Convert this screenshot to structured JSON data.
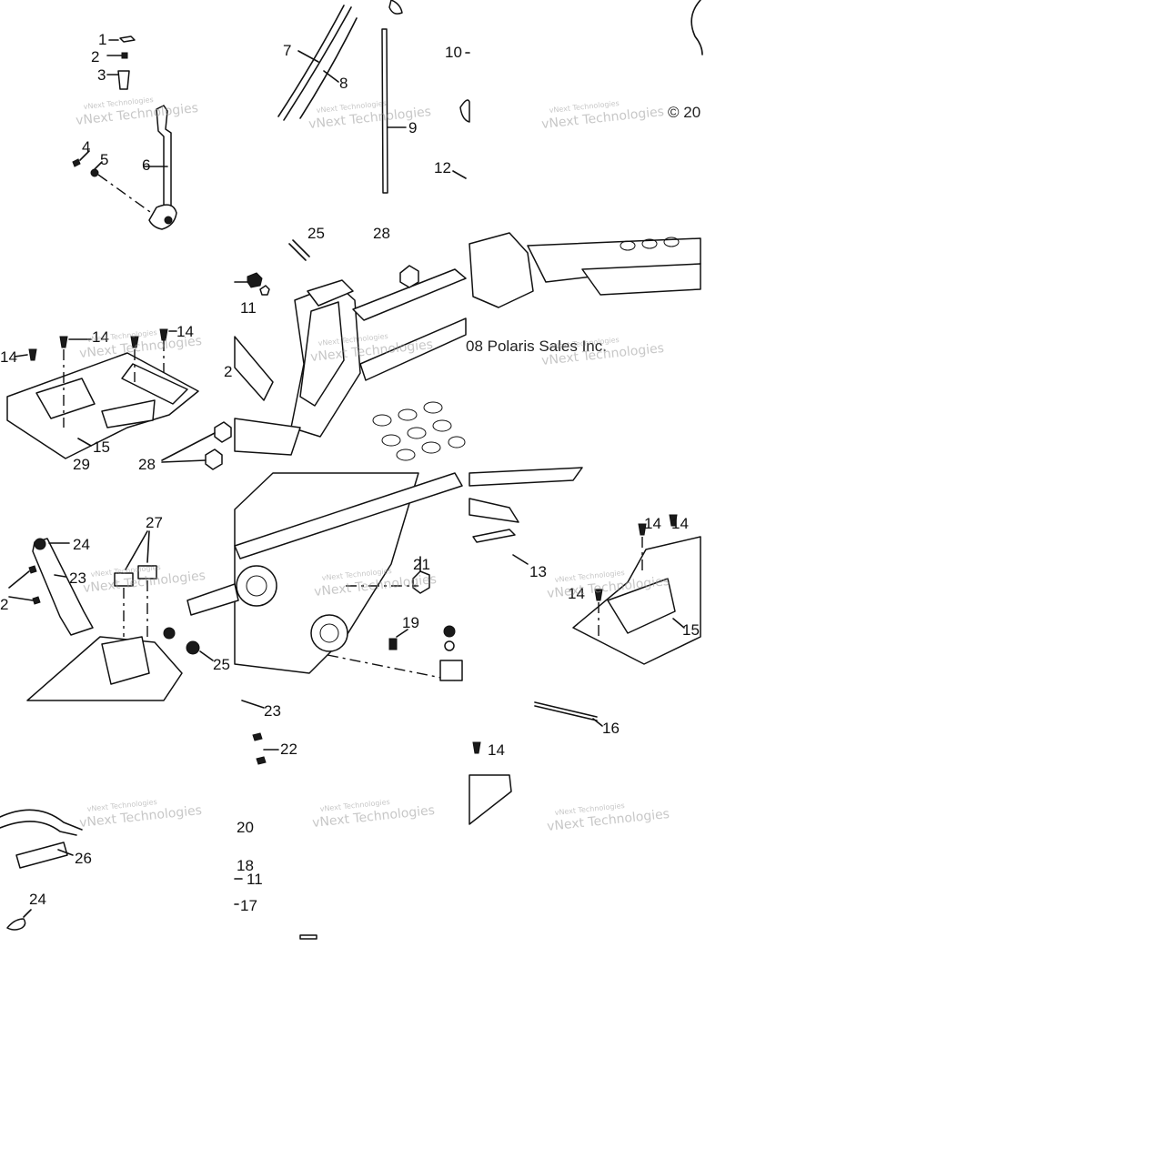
{
  "callouts": [
    {
      "id": "c1",
      "text": "1"
    },
    {
      "id": "c2a",
      "text": "2"
    },
    {
      "id": "c3",
      "text": "3"
    },
    {
      "id": "c4",
      "text": "4"
    },
    {
      "id": "c5",
      "text": "5"
    },
    {
      "id": "c6",
      "text": "6"
    },
    {
      "id": "c7",
      "text": "7"
    },
    {
      "id": "c8",
      "text": "8"
    },
    {
      "id": "c9",
      "text": "9"
    },
    {
      "id": "c10",
      "text": "10"
    },
    {
      "id": "c12",
      "text": "12"
    },
    {
      "id": "c25a",
      "text": "25"
    },
    {
      "id": "c28a",
      "text": "28"
    },
    {
      "id": "c11a",
      "text": "11"
    },
    {
      "id": "c14a",
      "text": "14"
    },
    {
      "id": "c14b",
      "text": "14"
    },
    {
      "id": "c14c",
      "text": "14"
    },
    {
      "id": "c14d",
      "text": "14"
    },
    {
      "id": "c15a",
      "text": "15"
    },
    {
      "id": "c29",
      "text": "29"
    },
    {
      "id": "c28b",
      "text": "28"
    },
    {
      "id": "c2b",
      "text": "2"
    },
    {
      "id": "c27",
      "text": "27"
    },
    {
      "id": "c24a",
      "text": "24"
    },
    {
      "id": "c23a",
      "text": "23"
    },
    {
      "id": "c22a",
      "text": "2"
    },
    {
      "id": "c25b",
      "text": "25"
    },
    {
      "id": "c21",
      "text": "21"
    },
    {
      "id": "c19",
      "text": "19"
    },
    {
      "id": "c23b",
      "text": "23"
    },
    {
      "id": "c13",
      "text": "13"
    },
    {
      "id": "c14e",
      "text": "14"
    },
    {
      "id": "c14f",
      "text": "14"
    },
    {
      "id": "c15b",
      "text": "15"
    },
    {
      "id": "c16",
      "text": "16"
    },
    {
      "id": "c22b",
      "text": "22"
    },
    {
      "id": "c14g",
      "text": "14"
    },
    {
      "id": "c20",
      "text": "20"
    },
    {
      "id": "c18",
      "text": "18"
    },
    {
      "id": "c11b",
      "text": "11"
    },
    {
      "id": "c17",
      "text": "17"
    },
    {
      "id": "c26",
      "text": "26"
    },
    {
      "id": "c24b",
      "text": "24"
    }
  ],
  "copyright_left": "© 20",
  "copyright_right": "08 Polaris Sales Inc.",
  "watermark": {
    "line1": "vNext Technologies",
    "line2": "vNext Technologies"
  },
  "colors": {
    "ink": "#111111",
    "watermark": "#9a9a9a",
    "background": "#ffffff"
  }
}
